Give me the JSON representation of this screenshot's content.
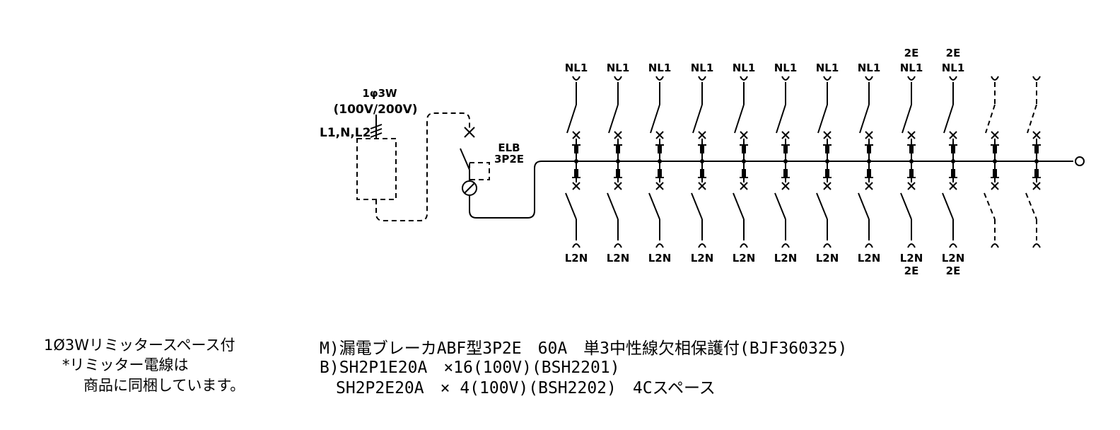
{
  "supply": {
    "phase": "1φ3W",
    "voltage": "(100V/200V)",
    "lines": "L1,N,L2"
  },
  "main_breaker": {
    "name": "ELB",
    "poles": "3P2E"
  },
  "branches": [
    {
      "top_label": "NL1",
      "top_extra": "",
      "bottom_label": "L2N",
      "bottom_extra": "",
      "spare": false
    },
    {
      "top_label": "NL1",
      "top_extra": "",
      "bottom_label": "L2N",
      "bottom_extra": "",
      "spare": false
    },
    {
      "top_label": "NL1",
      "top_extra": "",
      "bottom_label": "L2N",
      "bottom_extra": "",
      "spare": false
    },
    {
      "top_label": "NL1",
      "top_extra": "",
      "bottom_label": "L2N",
      "bottom_extra": "",
      "spare": false
    },
    {
      "top_label": "NL1",
      "top_extra": "",
      "bottom_label": "L2N",
      "bottom_extra": "",
      "spare": false
    },
    {
      "top_label": "NL1",
      "top_extra": "",
      "bottom_label": "L2N",
      "bottom_extra": "",
      "spare": false
    },
    {
      "top_label": "NL1",
      "top_extra": "",
      "bottom_label": "L2N",
      "bottom_extra": "",
      "spare": false
    },
    {
      "top_label": "NL1",
      "top_extra": "",
      "bottom_label": "L2N",
      "bottom_extra": "",
      "spare": false
    },
    {
      "top_label": "NL1",
      "top_extra": "2E",
      "bottom_label": "L2N",
      "bottom_extra": "2E",
      "spare": false
    },
    {
      "top_label": "NL1",
      "top_extra": "2E",
      "bottom_label": "L2N",
      "bottom_extra": "2E",
      "spare": false
    },
    {
      "top_label": "",
      "top_extra": "",
      "bottom_label": "",
      "bottom_extra": "",
      "spare": true
    },
    {
      "top_label": "",
      "top_extra": "",
      "bottom_label": "",
      "bottom_extra": "",
      "spare": true
    }
  ],
  "notes": {
    "line1": "1Ø3Wリミッタースペース付",
    "line2": "*リミッター電線は",
    "line3": "商品に同梱しています。"
  },
  "spec": {
    "line1": "M)漏電ブレーカABF型3P2E　60A　単3中性線欠相保護付(BJF360325)",
    "line2": "B)SH2P1E20A　×16(100V)(BSH2201)",
    "line3": "　SH2P2E20A　× 4(100V)(BSH2202)　4Cスペース"
  }
}
